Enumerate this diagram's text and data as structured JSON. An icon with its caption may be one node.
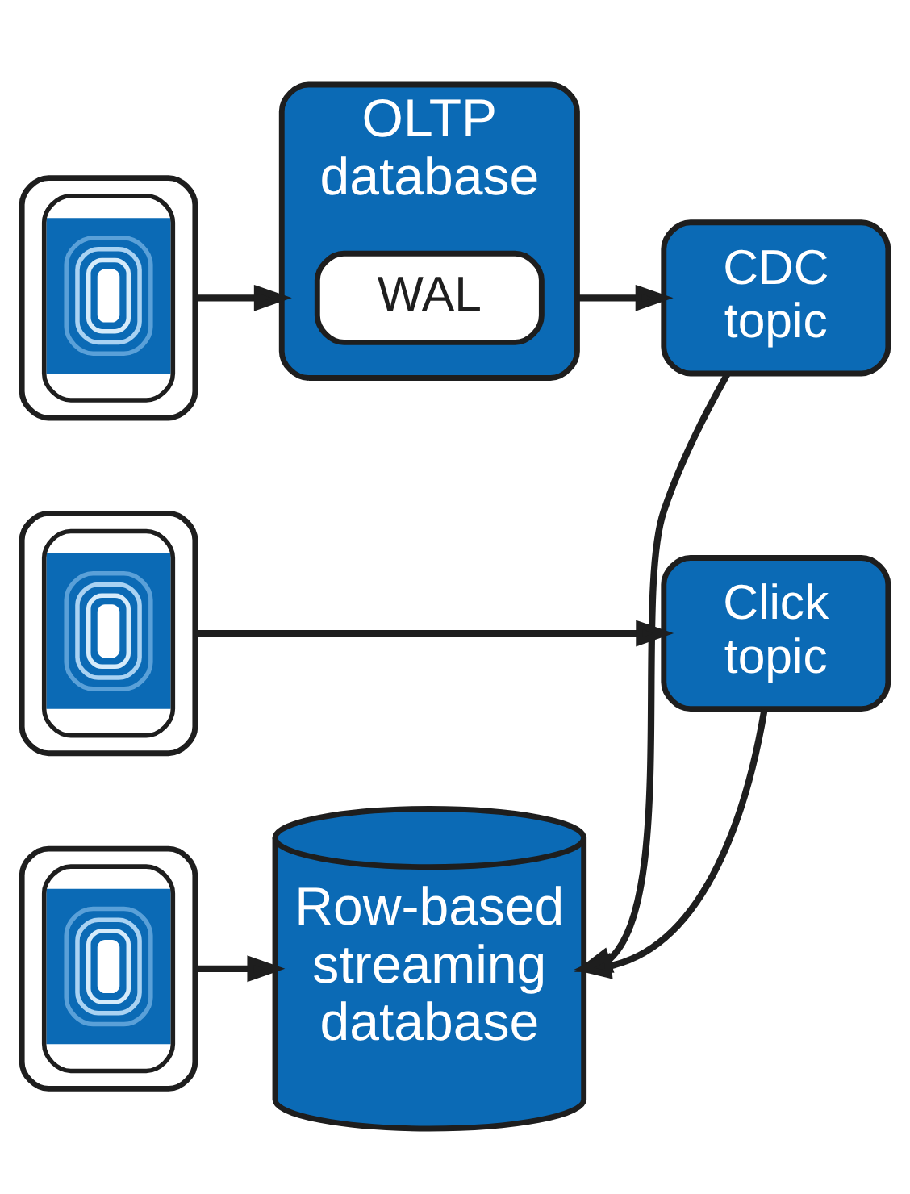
{
  "diagram": {
    "nodes": [
      {
        "text": [],
        "shape": "picture"
      },
      {
        "text": [
          "OLTP database"
        ]
      },
      {
        "text": [
          "WAL"
        ],
        "in": 1
      },
      {
        "text": [
          "CDC topic"
        ]
      },
      {
        "text": [],
        "shape": "picture"
      },
      {
        "text": [
          "Click topic"
        ]
      },
      {
        "text": [],
        "shape": "picture"
      },
      {
        "text": [
          "Row-based streaming database"
        ]
      }
    ],
    "edges": [
      {
        "from": 0,
        "to": 1,
        "arrow": "to"
      },
      {
        "from": 1,
        "to": 3,
        "arrow": "to"
      },
      {
        "from": 4,
        "to": 5,
        "arrow": "to"
      },
      {
        "from": 3,
        "to": 7,
        "arrow": "to"
      },
      {
        "from": 5,
        "to": 7,
        "arrow": "to"
      },
      {
        "from": 6,
        "to": 7,
        "arrow": "to"
      }
    ]
  }
}
